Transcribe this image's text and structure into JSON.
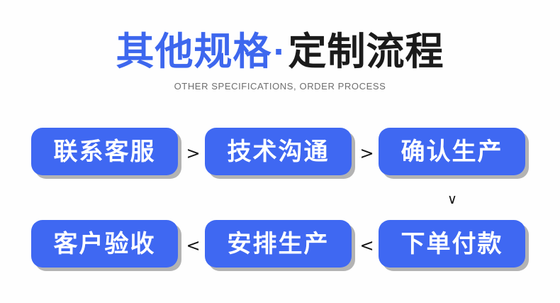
{
  "header": {
    "title_blue": "其他规格",
    "title_separator": "·",
    "title_dark": "定制流程",
    "subtitle": "OTHER SPECIFICATIONS, ORDER PROCESS",
    "colors": {
      "blue": "#3d67ee",
      "dark": "#1b1b1b",
      "subtitle_gray": "#6e6e6e"
    }
  },
  "flow": {
    "box_color": "#3f68f2",
    "box_shadow_color": "#b3b3b3",
    "box_text_color": "#ffffff",
    "row1": {
      "steps": [
        {
          "label": "联系客服"
        },
        {
          "label": "技术沟通"
        },
        {
          "label": "确认生产"
        }
      ],
      "connectors": [
        ">",
        ">"
      ]
    },
    "row_connector": "∨",
    "row2": {
      "steps": [
        {
          "label": "客户验收"
        },
        {
          "label": "安排生产"
        },
        {
          "label": "下单付款"
        }
      ],
      "connectors": [
        "<",
        "<"
      ]
    }
  }
}
